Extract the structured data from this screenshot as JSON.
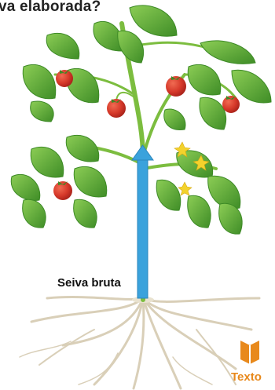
{
  "heading": "va elaborada?",
  "labels": {
    "seiva_bruta": "Seiva bruta"
  },
  "arrow": {
    "direction": "up",
    "color": "#3aa2dc"
  },
  "brand": {
    "name": "Texto",
    "color": "#e8891c"
  },
  "colors": {
    "leaf": "#5fae3a",
    "leaf_dark": "#3d8a26",
    "stem": "#7cbd3f",
    "tomato": "#d6392a",
    "flower": "#f3d22c",
    "root": "#d9cfb8"
  }
}
